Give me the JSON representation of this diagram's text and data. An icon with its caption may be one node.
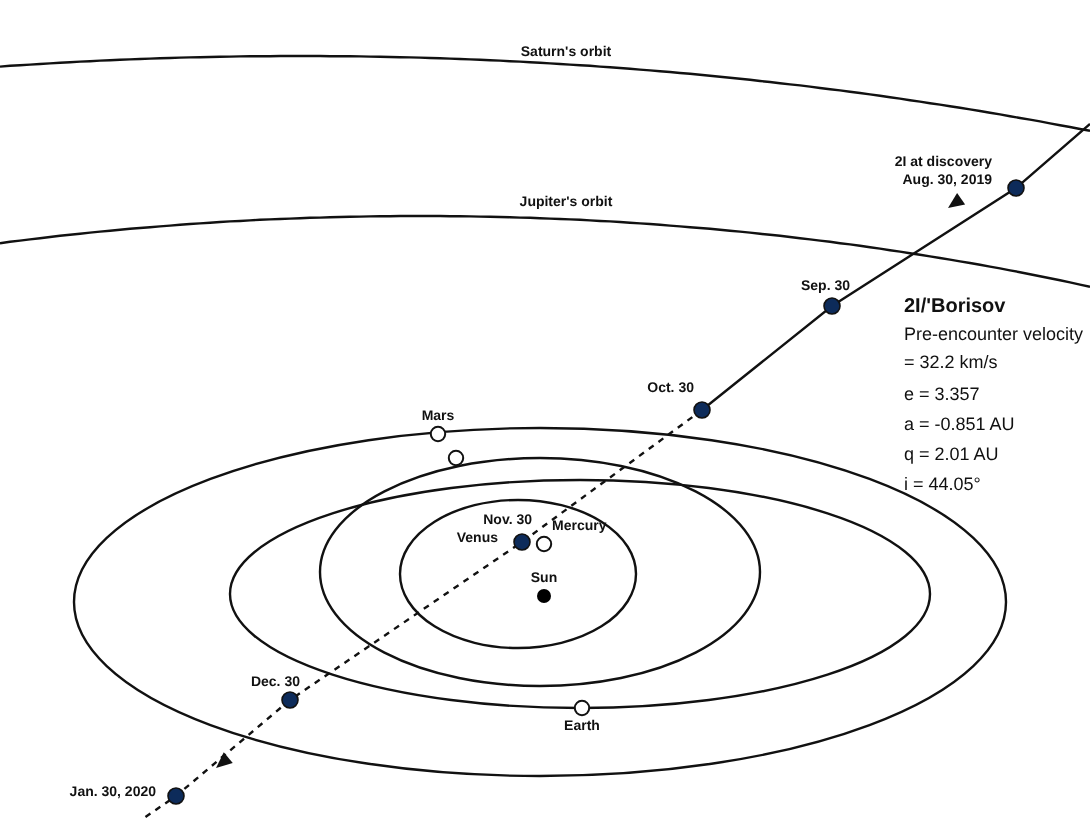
{
  "diagram": {
    "labels": [
      "Saturn's orbit",
      "2I at discovery Aug. 30, 2019",
      "Jupiter's orbit",
      "Sep. 30",
      "2I/'Borisov",
      "Pre-encounter velocity = 32.2 km/s",
      "e = 3.357",
      "a = -0.851 AU",
      "q = 2.01 AU",
      "i = 44.05°",
      "Oct. 30",
      "Mars",
      "Nov. 30",
      "Mercury",
      "Venus",
      "Sun",
      "Dec. 30",
      "Earth",
      "Jan. 30, 2020"
    ]
  }
}
